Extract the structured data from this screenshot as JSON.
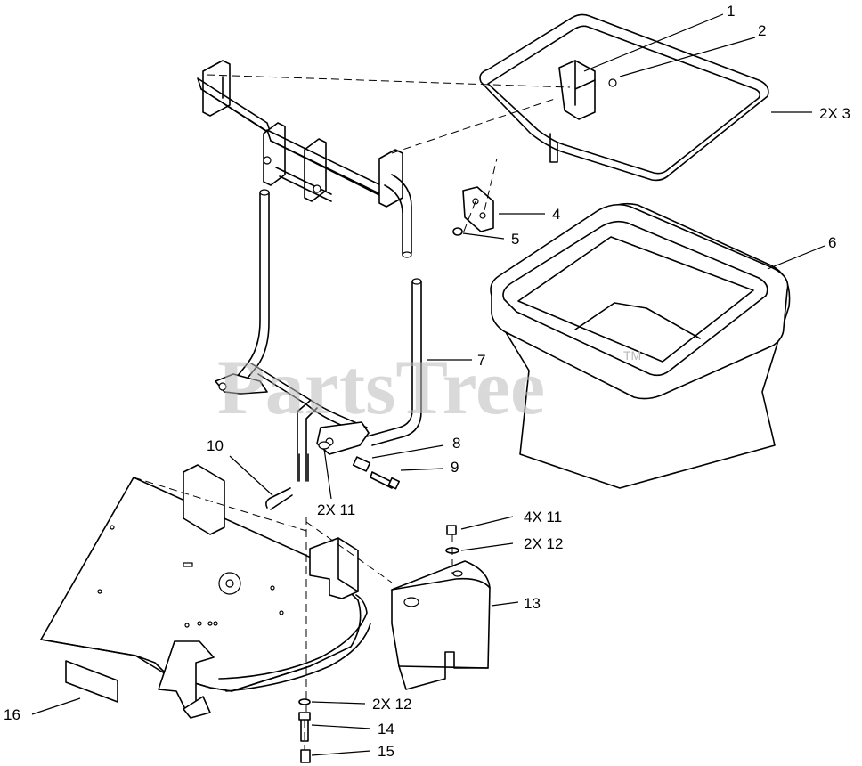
{
  "watermark": {
    "text": "PartsTree",
    "trademark": "TM"
  },
  "callouts": [
    {
      "id": "c1",
      "label": "1"
    },
    {
      "id": "c2",
      "label": "2"
    },
    {
      "id": "c3",
      "label": "2X 3"
    },
    {
      "id": "c4",
      "label": "4"
    },
    {
      "id": "c5",
      "label": "5"
    },
    {
      "id": "c6",
      "label": "6"
    },
    {
      "id": "c7",
      "label": "7"
    },
    {
      "id": "c8",
      "label": "8"
    },
    {
      "id": "c9",
      "label": "9"
    },
    {
      "id": "c10",
      "label": "10"
    },
    {
      "id": "c11a",
      "label": "2X 11"
    },
    {
      "id": "c11b",
      "label": "4X 11"
    },
    {
      "id": "c12a",
      "label": "2X 12"
    },
    {
      "id": "c13",
      "label": "13"
    },
    {
      "id": "c12b",
      "label": "2X 12"
    },
    {
      "id": "c14",
      "label": "14"
    },
    {
      "id": "c15",
      "label": "15"
    },
    {
      "id": "c16",
      "label": "16"
    }
  ],
  "colors": {
    "line": "#000000",
    "background": "#ffffff",
    "watermark": "#b9b9b9"
  }
}
